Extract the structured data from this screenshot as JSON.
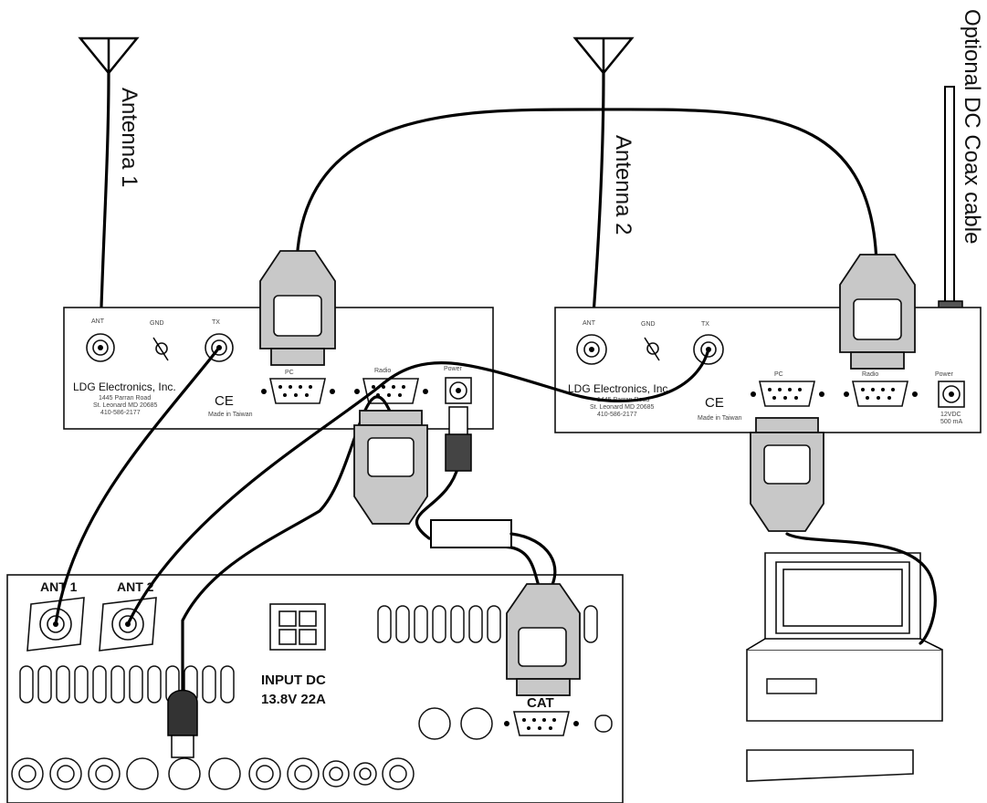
{
  "antennas": {
    "antenna1_label": "Antenna 1",
    "antenna2_label": "Antenna 2",
    "dc_cable_label": "Optional DC Coax cable"
  },
  "switch_left": {
    "brand": "LDG Electronics, Inc.",
    "address_line1": "1445 Parran Road",
    "address_line2": "St. Leonard MD 20685",
    "address_line3": "410-586-2177",
    "ce_mark": "CE",
    "made_in": "Made in Taiwan",
    "port_ant": "ANT",
    "port_gnd": "GND",
    "port_tx": "TX",
    "port_pc": "PC",
    "port_radio": "Radio",
    "port_power": "Power"
  },
  "switch_right": {
    "brand": "LDG Electronics, Inc.",
    "address_line1": "1445 Parran Road",
    "address_line2": "St. Leonard MD 20685",
    "address_line3": "410-586-2177",
    "ce_mark": "CE",
    "made_in": "Made in Taiwan",
    "port_ant": "ANT",
    "port_gnd": "GND",
    "port_tx": "TX",
    "port_pc": "PC",
    "port_radio": "Radio",
    "port_power": "Power",
    "power_spec1": "12VDC",
    "power_spec2": "500 mA"
  },
  "radio": {
    "ant1_label": "ANT 1",
    "ant2_label": "ANT 2",
    "input_dc_line1": "INPUT DC",
    "input_dc_line2": "13.8V 22A",
    "cat_label": "CAT"
  }
}
